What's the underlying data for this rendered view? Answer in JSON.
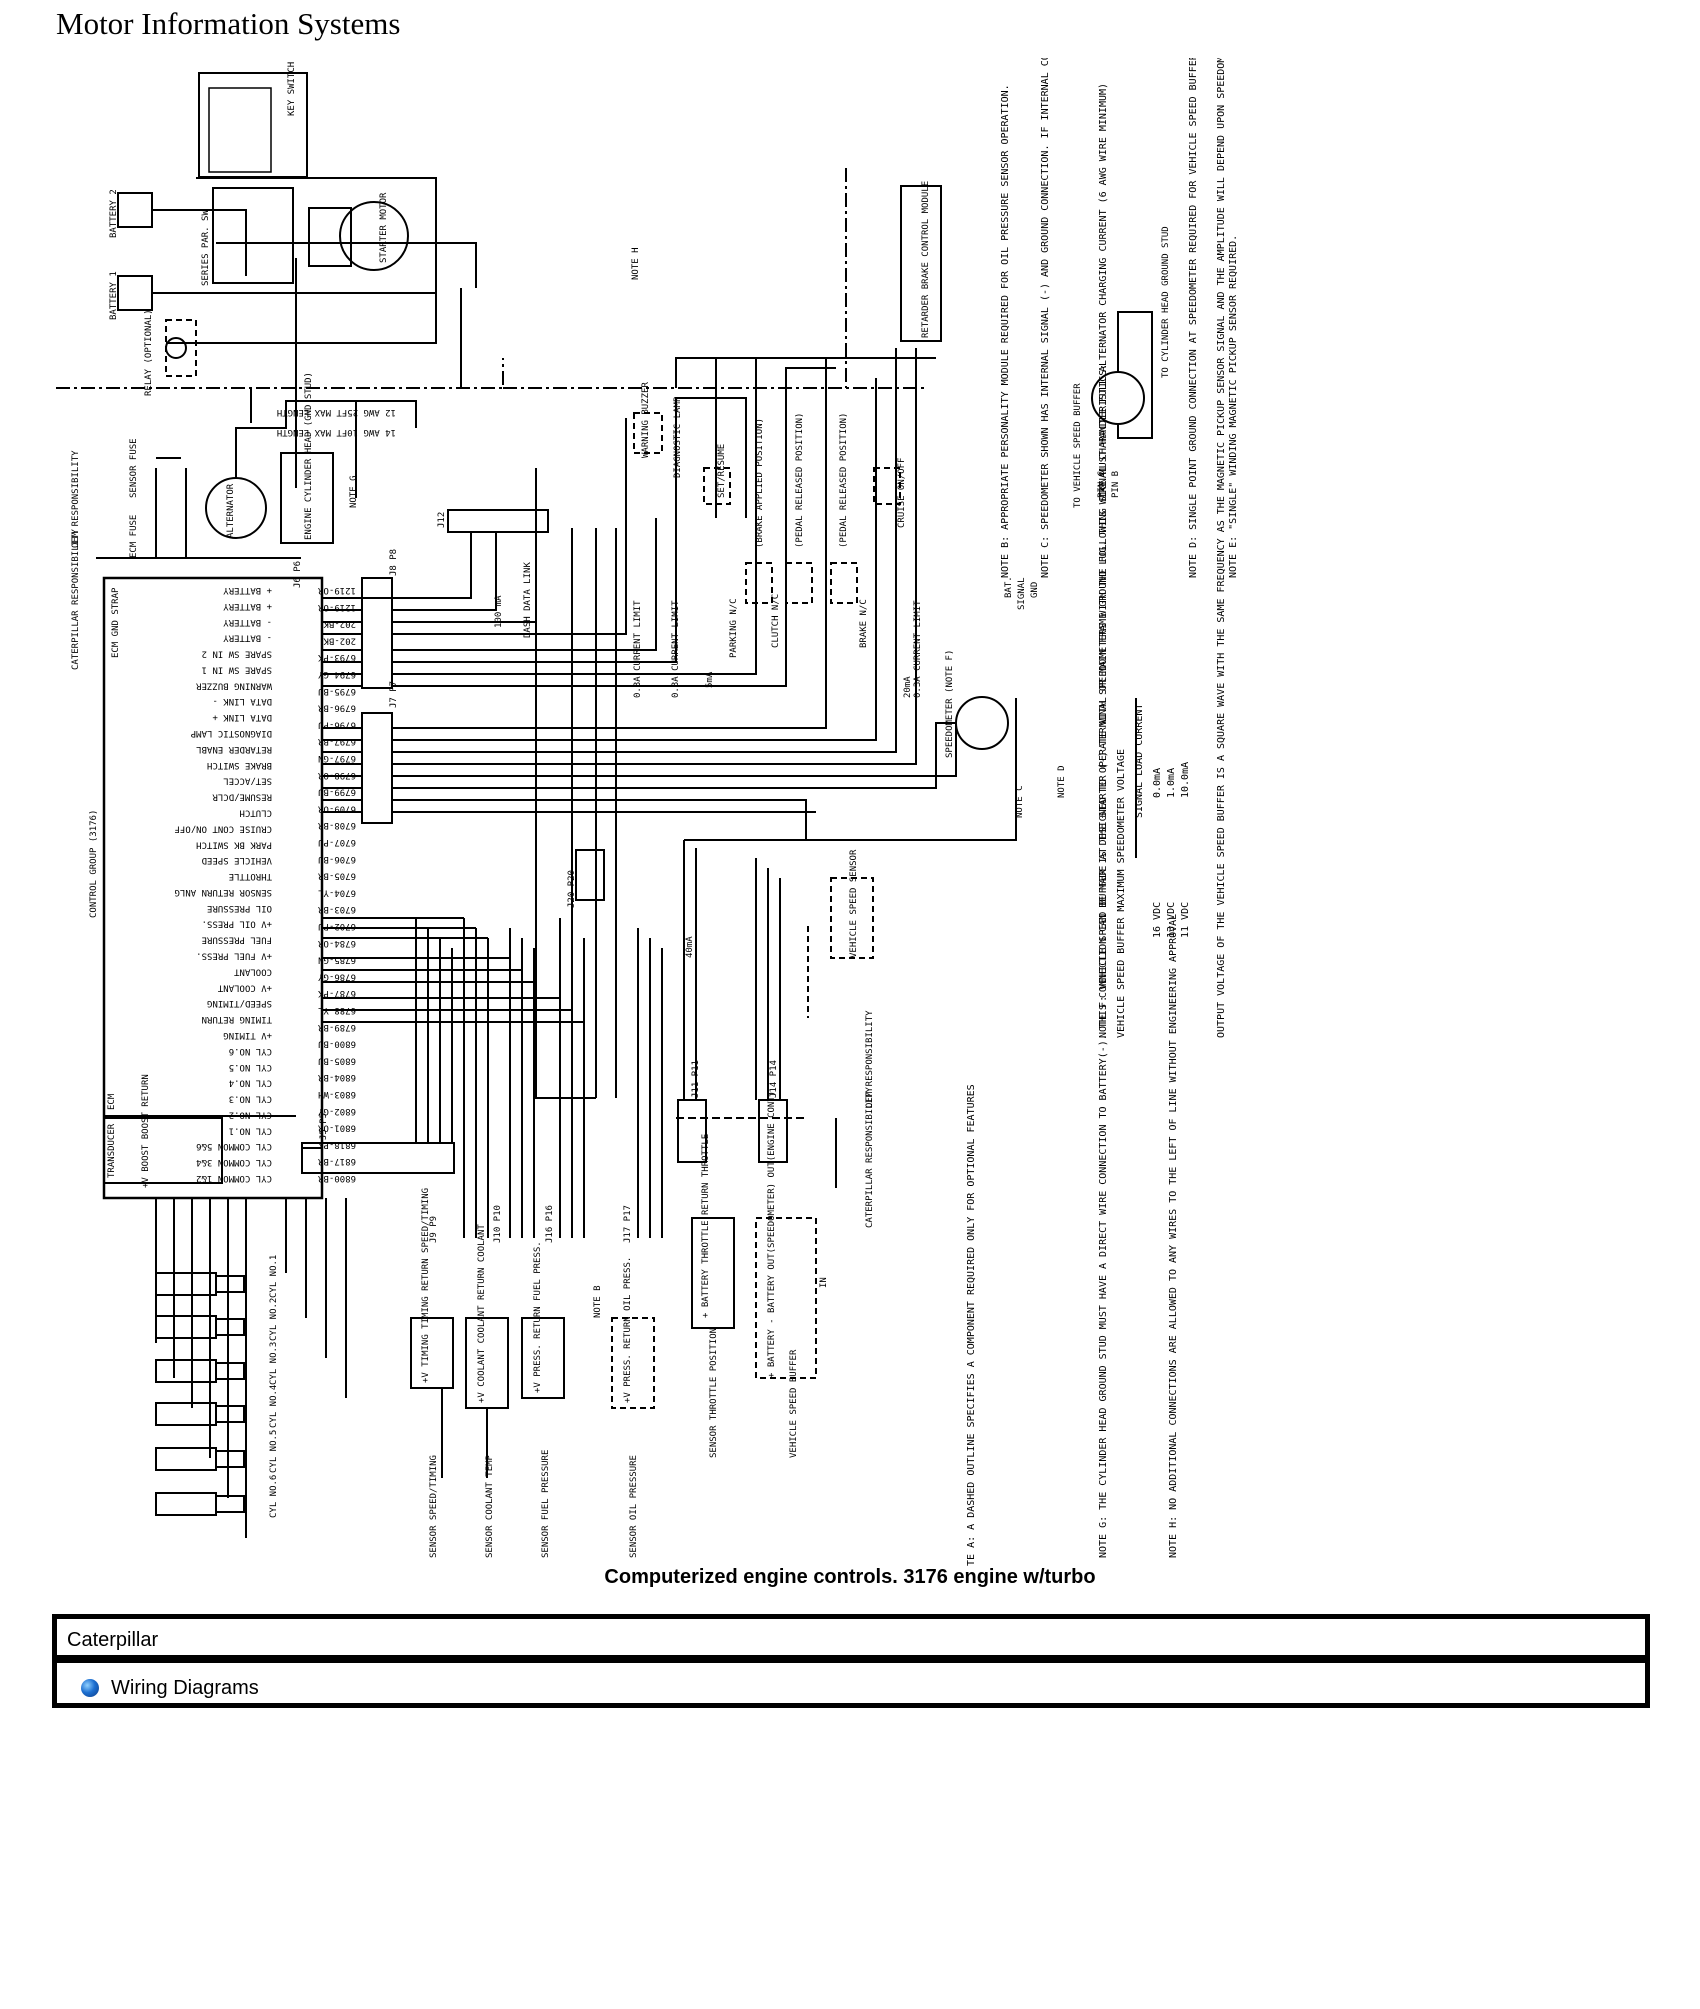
{
  "page_title": "Motor Information Systems",
  "caption": "Computerized engine controls. 3176 engine w/turbo",
  "make_box": {
    "label": "Caterpillar"
  },
  "category_box": {
    "label": "Wiring Diagrams",
    "icon": "blue-globe-bullet-icon"
  },
  "diagram": {
    "key_switch": "KEY SWITCH",
    "battery1": "BATTERY 1",
    "battery2": "BATTERY 2",
    "relay": "RELAY (OPTIONAL)",
    "series_par": "SERIES PAR. SW",
    "starter_motor": "STARTER MOTOR",
    "alternator": "ALTERNATOR",
    "engine_head": "ENGINE CYLINDER HEAD (GND STUD)",
    "note_h": "NOTE H",
    "note_g": "NOTE G",
    "retarder": "RETARDER BRAKE CONTROL MODULE",
    "wire_12awg": "12 AWG 25FT MAX LENGTH",
    "wire_14awg": "14 AWG 10FT MAX LENGTH",
    "oem_resp": "OEM RESPONSIBILITY",
    "cat_resp": "CATERPILLAR RESPONSIBILITY",
    "ecm_gnd_strap": "ECM GND STRAP",
    "control_group": "CONTROL GROUP (3176)",
    "sensor_fuse": "SENSOR FUSE",
    "ecm_fuse": "ECM FUSE",
    "ecm_pins": [
      "+ BATTERY",
      "+ BATTERY",
      "- BATTERY",
      "- BATTERY",
      "SPARE SW IN 2",
      "SPARE SW IN 1",
      "WARNING BUZZER",
      "DATA LINK -",
      "DATA LINK +",
      "DIAGNOSTIC LAMP",
      "RETARDER ENABL",
      "BRAKE SWITCH",
      "SET/ACCEL",
      "RESUME/DCLR",
      "CLUTCH",
      "CRUISE CONT ON/OFF",
      "PARK BK SWITCH",
      "VEHICLE SPEED",
      "THROTTLE",
      "SENSOR RETURN ANLG",
      "OIL PRESSURE",
      "+V OIL PRESS.",
      "FUEL PRESSURE",
      "+V FUEL PRESS.",
      "COOLANT",
      "+V COOLANT",
      "SPEED/TIMING",
      "TIMING RETURN",
      "+V TIMING",
      "CYL NO.6",
      "CYL NO.5",
      "CYL NO.4",
      "CYL NO.3",
      "CYL NO.2",
      "CYL NO.1",
      "CYL COMMON 5&6",
      "CYL COMMON 3&4",
      "CYL COMMON 1&2"
    ],
    "wire_codes_left": [
      "1219-OR",
      "1219-OR",
      "202-BK",
      "202-BK",
      "6793-PK",
      "6794-GY",
      "6795-BU",
      "6796-BR",
      "6796-PU",
      "6797-BR",
      "6797-GN",
      "6798-OR",
      "6799-BU",
      "6709-OR",
      "6708-BR",
      "6707-PU",
      "6706-BU",
      "6705-BR",
      "6704-YL",
      "6703-BR",
      "6702-PU",
      "6784-OR",
      "6785-GN",
      "6786-GY",
      "6787-PK",
      "6788-YL",
      "6789-BR",
      "6800-BU",
      "6805-BU",
      "6804-BR",
      "6803-WH",
      "6802-GY",
      "6801-OR",
      "6818-PK",
      "6817-BR",
      "6800-BR"
    ],
    "dash_data_link": "DASH DATA LINK",
    "warning_buzzer": "WARNING BUZZER",
    "diagnostic_lamp": "DIAGNOSTIC LAMP",
    "set_resume": "SET/RESUME",
    "brake_applied": "(BRAKE APPLIED POSITION)",
    "pedal_released": "(PEDAL RELEASED POSITION)",
    "pedal_released2": "(PEDAL RELEASED POSITION)",
    "cruise_on_off": "CRUISE ON/OFF",
    "parking_nc": "PARKING N/C",
    "clutch_nc": "CLUTCH N/C",
    "brake_nc": "BRAKE N/C",
    "current_limit1": "0.3A CURRENT LIMIT",
    "current_limit2": "0.3A CURRENT LIMIT",
    "current_limit3": "0.3A CURRENT LIMIT",
    "ma_100": "100 mA",
    "ma_5": "5mA",
    "ma_20": "20mA",
    "ma_40": "40mA",
    "speedometer": "SPEEDOMETER (NOTE F)",
    "note_c": "NOTE C",
    "note_d": "NOTE D",
    "note_b": "NOTE B",
    "vehicle_speed_sensor": "VEHICLE SPEED SENSOR",
    "transducer": "TRANSDUCER",
    "ecm": "ECM",
    "boost_pins": "+V BOOST  BOOST  RETURN",
    "cyl_labels": [
      "CYL NO.1",
      "CYL NO.2",
      "CYL NO.3",
      "CYL NO.4",
      "CYL NO.5",
      "CYL NO.6"
    ],
    "connectors": [
      "J5 P5",
      "J8 P8",
      "J7 P7",
      "J9 P9",
      "J10 P10",
      "J16 P16",
      "J17 P17",
      "J11 P11",
      "J14 P14",
      "J12",
      "J20 P20",
      "J6 P6"
    ],
    "sensor_speed_timing": "SENSOR SPEED/TIMING",
    "sensor_coolant": "SENSOR COOLANT TEMP",
    "sensor_fuel": "SENSOR FUEL PRESSURE",
    "sensor_oil": "SENSOR OIL PRESSURE",
    "sensor_throttle": "SENSOR THROTTLE POSITION",
    "vehicle_speed_buffer": "VEHICLE SPEED BUFFER",
    "speed_buffer_pins": "+ BATTERY - BATTERY OUT(SPEEDOMETER) OUT(ENGINE CONT)",
    "throttle_pins": "+ BATTERY THROTTLE RETURN THROTTLE",
    "timing_pins": "+V TIMING TIMING RETURN SPEED/TIMING",
    "coolant_pins": "+V COOLANT COOLANT RETURN COOLANT",
    "fuel_pins": "+V PRESS. RETURN FUEL PRESS.",
    "oil_pins": "+V PRESS. RETURN OIL PRESS.",
    "in_label": "IN",
    "oem_resp2": "OEM RESPONSIBILITY",
    "cat_resp2": "CATERPILLAR RESPONSIBILITY",
    "note_a": "NOTE A: A DASHED OUTLINE SPECIFIES A COMPONENT REQUIRED ONLY FOR OPTIONAL FEATURES",
    "note_b_text": "NOTE B: APPROPRIATE PERSONALITY MODULE REQUIRED FOR OIL PRESSURE SENSOR OPERATION.",
    "note_c_text": "NOTE C: SPEEDOMETER SHOWN HAS INTERNAL SIGNAL (-) AND GROUND CONNECTION. IF INTERNAL CONNECTION IS NOT PRESENT, WIRE AS SHOWN BELOW",
    "note_d_text": "NOTE D: SINGLE POINT GROUND CONNECTION AT SPEEDOMETER REQUIRED FOR VEHICLE SPEED BUFFER AND SPEEDOMETER",
    "note_e_text": "NOTE E: \"SINGLE\" WINDING MAGNETIC PICKUP SENSOR REQUIRED.",
    "note_f_text": "NOTE F: VEHICLE SPEED BUFFER IS DESIGNED TO OPERATE WITH SPEEDOMETERS WITH THE FOLLOWING SIGNAL CHARACTERISTICS:",
    "table_header_1": "VEHICLE SPEED BUFFER MAXIMUM SPEEDOMETER VOLTAGE",
    "table_header_2": "SIGNAL LOAD CURRENT",
    "table_rows": [
      [
        "16 VDC",
        "0.0mA"
      ],
      [
        "13 VDC",
        "1.0mA"
      ],
      [
        "11 VDC",
        "10.0mA"
      ]
    ],
    "note_f_text2": "OUTPUT VOLTAGE OF THE VEHICLE SPEED BUFFER IS A SQUARE WAVE WITH THE SAME FREQUENCY AS THE MAGNETIC PICKUP SENSOR SIGNAL AND THE AMPLITUDE WILL DEPEND UPON SPEEDOMETER LOAD CURRENT",
    "note_g_text": "NOTE G: THE CYLINDER HEAD GROUND STUD MUST HAVE A DIRECT WIRE CONNECTION TO BATTERY(-). THIS CONNECTION CAN BE MADE AT THE STARTER (-) TERMINAL OR MAIN FRAME GROUND LUG. THIS WIRE MUST HANDLE FULL ALTERNATOR CHARGING CURRENT (6 AWG WIRE MINIMUM)",
    "note_h_text": "NOTE H: NO ADDITIONAL CONNECTIONS ARE ALLOWED TO ANY WIRES TO THE LEFT OF LINE WITHOUT ENGINEERING APPROVAL",
    "to_vehicle_speed_buffer": "TO VEHICLE SPEED BUFFER",
    "pin_c": "PIN C",
    "pin_b": "PIN B",
    "to_cyl_head": "TO CYLINDER HEAD GROUND STUD",
    "bat": "BAT.",
    "signal": "SIGNAL",
    "gnd": "GND"
  }
}
